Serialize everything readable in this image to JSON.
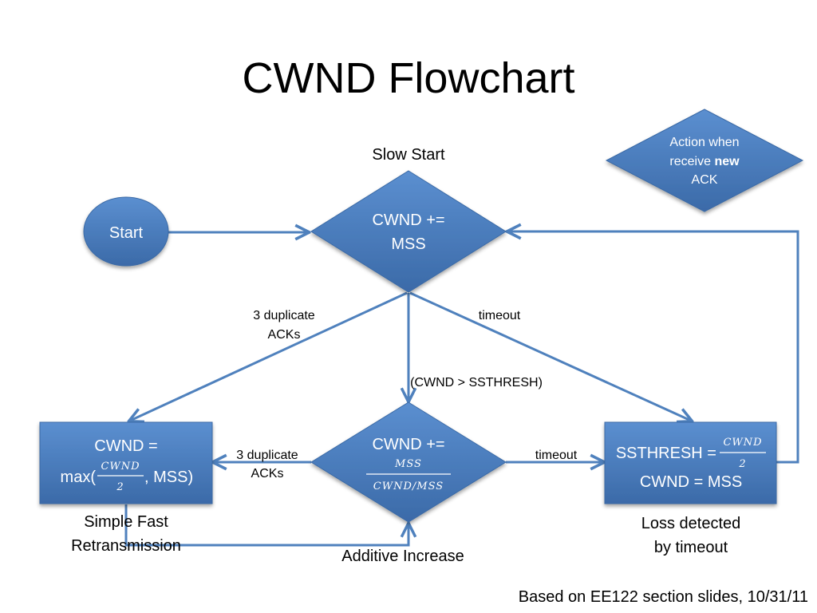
{
  "title": "CWND Flowchart",
  "footer": "Based on EE122 section slides, 10/31/11",
  "legend": {
    "line1": "Action when",
    "line2_prefix": "receive ",
    "line2_bold": "new",
    "line3": "ACK"
  },
  "nodes": {
    "start": {
      "label": "Start"
    },
    "slow_start": {
      "line1": "CWND +=",
      "line2": "MSS",
      "caption": "Slow Start"
    },
    "fast_retx": {
      "line1": "CWND =",
      "prefix": "max(",
      "frac_num": "CWND",
      "frac_den": "2",
      "suffix": ", MSS)",
      "caption_line1": "Simple Fast",
      "caption_line2": "Retransmission"
    },
    "additive": {
      "line1": "CWND +=",
      "frac_num": "MSS",
      "frac_den": "CWND/MSS",
      "caption": "Additive Increase"
    },
    "timeout_box": {
      "prefix": "SSTHRESH =",
      "frac_num": "CWND",
      "frac_den": "2",
      "line2": "CWND = MSS",
      "caption_line1": "Loss detected",
      "caption_line2": "by timeout"
    }
  },
  "edges": {
    "dup_acks_top_line1": "3 duplicate",
    "dup_acks_top_line2": "ACKs",
    "timeout_top": "timeout",
    "threshold": "(CWND > SSTHRESH)",
    "dup_acks_mid_line1": "3 duplicate",
    "dup_acks_mid_line2": "ACKs",
    "timeout_mid": "timeout"
  },
  "colors": {
    "shape_fill": "#4f81bd",
    "shape_fill_dark": "#3a6aa6",
    "edge": "#4f81bd",
    "text": "#000000"
  }
}
